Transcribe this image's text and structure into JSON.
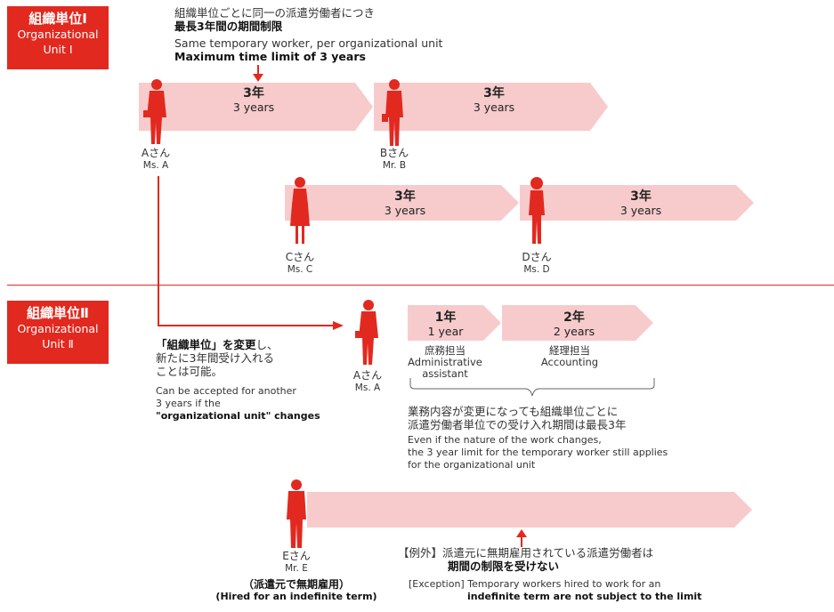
{
  "unit1": {
    "jp": "組織単位Ⅰ",
    "en1": "Organizational",
    "en2": "Unit Ⅰ"
  },
  "unit2": {
    "jp": "組織単位Ⅱ",
    "en1": "Organizational",
    "en2": "Unit Ⅱ"
  },
  "top_note": {
    "jp1": "組織単位ごとに同一の派遣労働者につき",
    "jp2": "最長3年間の期間制限",
    "en1": "Same temporary worker, per organizational unit",
    "en2": "Maximum time limit of 3 years"
  },
  "periods": {
    "a1": {
      "jp": "3年",
      "en": "3 years"
    },
    "b1": {
      "jp": "3年",
      "en": "3 years"
    },
    "c1": {
      "jp": "3年",
      "en": "3 years"
    },
    "d1": {
      "jp": "3年",
      "en": "3 years"
    },
    "a2_1": {
      "jp": "1年",
      "en": "1 year"
    },
    "a2_2": {
      "jp": "2年",
      "en": "2 years"
    }
  },
  "workers": {
    "a": {
      "jp": "Aさん",
      "en": "Ms. A"
    },
    "b": {
      "jp": "Bさん",
      "en": "Mr. B"
    },
    "c": {
      "jp": "Cさん",
      "en": "Ms. C"
    },
    "d": {
      "jp": "Dさん",
      "en": "Ms. D"
    },
    "a2": {
      "jp": "Aさん",
      "en": "Ms. A"
    },
    "e": {
      "jp": "Eさん",
      "en": "Mr. E",
      "note_jp": "（派遣元で無期雇用）",
      "note_en": "(Hired for an indefinite term)"
    }
  },
  "tasks": {
    "admin": {
      "jp": "庶務担当",
      "en1": "Administrative",
      "en2": "assistant"
    },
    "acct": {
      "jp": "経理担当",
      "en": "Accounting"
    }
  },
  "transfer_note": {
    "jp1_pre": "「組織単位」を変更",
    "jp1_post": "し、",
    "jp2": "新たに3年間受け入れる",
    "jp3": "ことは可能。",
    "en1": "Can be accepted for another",
    "en2": "3 years if the",
    "en3": "\"organizational unit\" changes"
  },
  "work_change_note": {
    "jp1": "業務内容が変更になっても組織単位ごとに",
    "jp2": "派遣労働者単位での受け入れ期間は最長3年",
    "en1": "Even if the nature of the work changes,",
    "en2": "the 3 year limit for the temporary worker still applies",
    "en3": "for the organizational unit"
  },
  "exception_note": {
    "jp1": "【例外】派遣元に無期雇用されている派遣労働者は",
    "jp2": "期間の制限を受けない",
    "en1": "[Exception] Temporary workers hired to work for an",
    "en2": "indefinite term are not subject to the limit"
  },
  "colors": {
    "accent": "#e2291f",
    "period_fill": "#f7cbcb",
    "divider": "#e2291f"
  }
}
